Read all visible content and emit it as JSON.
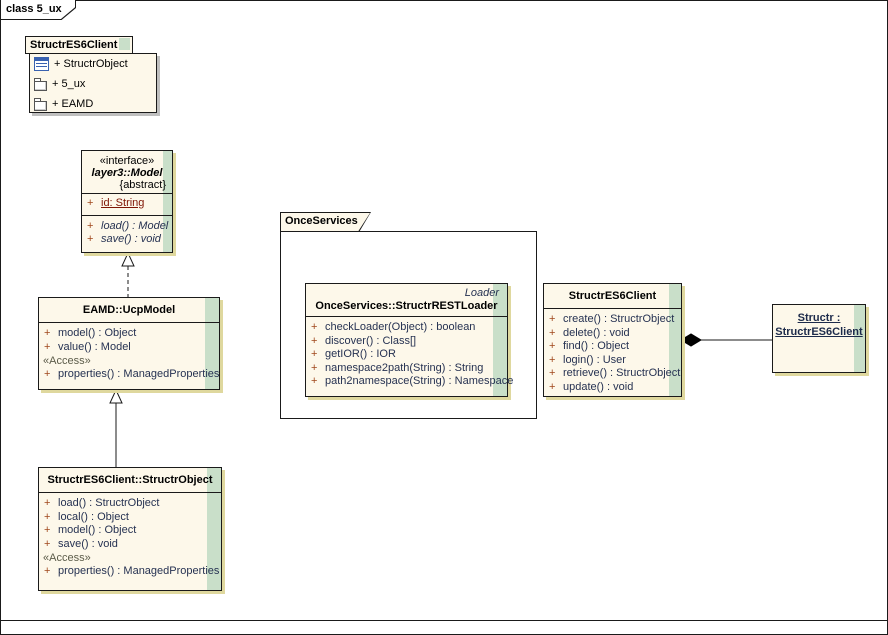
{
  "frame": {
    "title": "class 5_ux"
  },
  "colors": {
    "box_fill": "#FDF8EA",
    "gradient_strip": "#C9DFC9",
    "box_shadow": "#DFD89E",
    "operation_text": "#263252",
    "visibility_plus": "#A0461B",
    "attribute_text": "#7F1505"
  },
  "plus": "+",
  "package_structr": {
    "name": "StructrES6Client",
    "items": [
      {
        "icon": "class-icon",
        "label": "+ StructrObject"
      },
      {
        "icon": "package-icon",
        "label": "+ 5_ux"
      },
      {
        "icon": "package-icon",
        "label": "+ EAMD"
      }
    ]
  },
  "interface_model": {
    "stereotype": "«interface»",
    "name": "layer3::Model",
    "abstract_tag": "{abstract}",
    "attributes": {
      "0": "id:  String"
    },
    "operations": {
      "0": "load() : Model",
      "1": "save() : void"
    }
  },
  "class_ucpmodel": {
    "name": "EAMD::UcpModel",
    "operations": {
      "0": "model() : Object",
      "1": "value() : Model"
    },
    "access_label": "«Access»",
    "access_operations": {
      "0": "properties() : ManagedProperties"
    }
  },
  "class_structrobject": {
    "name": "StructrES6Client::StructrObject",
    "operations": {
      "0": "load() : StructrObject",
      "1": "local() : Object",
      "2": "model() : Object",
      "3": "save() : void"
    },
    "access_label": "«Access»",
    "access_operations": {
      "0": "properties() : ManagedProperties"
    }
  },
  "package_onceservices": {
    "name": "OnceServices"
  },
  "class_restloader": {
    "role_label": "Loader",
    "name": "OnceServices::StructrRESTLoader",
    "operations": {
      "0": "checkLoader(Object) : boolean",
      "1": "discover() : Class[]",
      "2": "getIOR() : IOR",
      "3": "namespace2path(String) : String",
      "4": "path2namespace(String) : Namespace"
    }
  },
  "class_structres6client": {
    "name": "StructrES6Client",
    "operations": {
      "0": "create() : StructrObject",
      "1": "delete() : void",
      "2": "find() : Object",
      "3": "login() : User",
      "4": "retrieve() : StructrObject",
      "5": "update() : void"
    }
  },
  "object_structr": {
    "name_line1": "Structr :",
    "name_line2": "StructrES6Client"
  }
}
